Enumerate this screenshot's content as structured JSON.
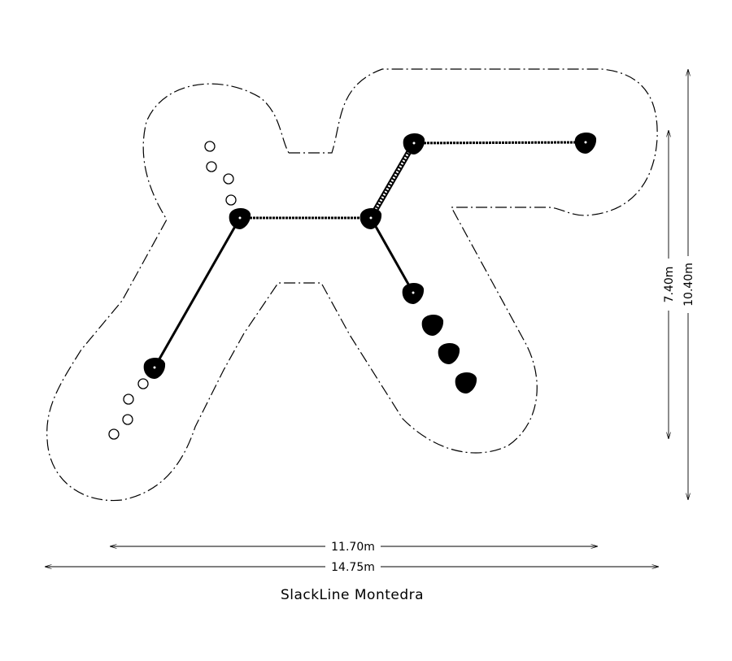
{
  "title": "SlackLine Montedra",
  "dimensions": {
    "inner_width": "11.70m",
    "outer_width": "14.75m",
    "inner_height": "7.40m",
    "outer_height": "10.40m"
  },
  "colors": {
    "line": "#000000",
    "background": "#ffffff"
  }
}
